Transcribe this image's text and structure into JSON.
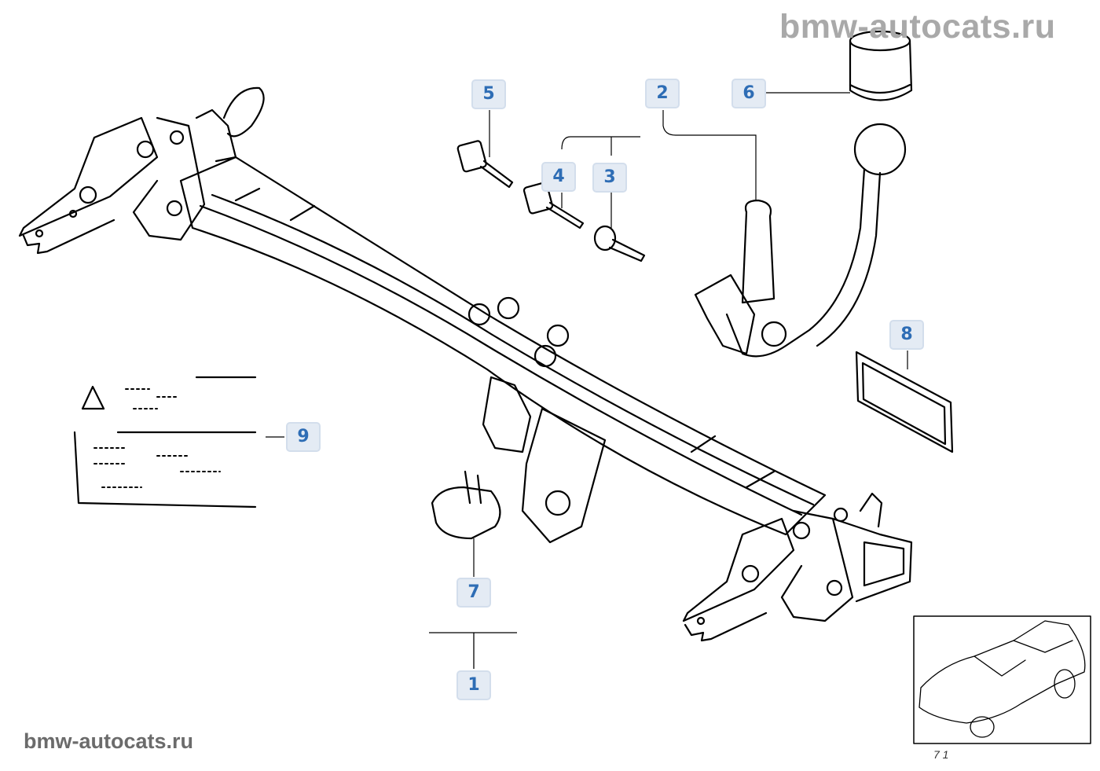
{
  "watermark": {
    "top": "bmw-autocats.ru",
    "bottom": "bmw-autocats.ru"
  },
  "callouts": [
    {
      "id": "5",
      "label": "5"
    },
    {
      "id": "2",
      "label": "2"
    },
    {
      "id": "6",
      "label": "6"
    },
    {
      "id": "4",
      "label": "4"
    },
    {
      "id": "3",
      "label": "3"
    },
    {
      "id": "8",
      "label": "8"
    },
    {
      "id": "9",
      "label": "9"
    },
    {
      "id": "7",
      "label": "7"
    },
    {
      "id": "1",
      "label": "1"
    }
  ],
  "thumbnail": {
    "code": "7 1",
    "icon": "car-outline-icon"
  },
  "warning_label": {
    "icon": "warning-triangle-icon"
  },
  "colors": {
    "callout_bg": "#e4ebf4",
    "callout_text": "#2e6db5",
    "watermark": "#a9a9a9",
    "line": "#000000"
  }
}
